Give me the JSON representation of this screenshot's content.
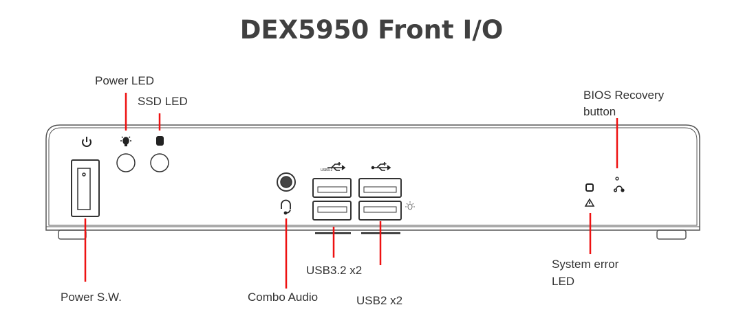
{
  "title": "DEX5950 Front I/O",
  "labels": {
    "power_led": "Power LED",
    "ssd_led": "SSD LED",
    "bios_recovery_1": "BIOS Recovery",
    "bios_recovery_2": "button",
    "power_sw": "Power S.W.",
    "combo_audio": "Combo Audio",
    "usb32": "USB3.2 x2",
    "usb2": "USB2 x2",
    "system_error_1": "System error",
    "system_error_2": "LED"
  },
  "usb3_icon_text": "USB3.2",
  "colors": {
    "callout": "#ee1111",
    "outline": "#555555"
  }
}
